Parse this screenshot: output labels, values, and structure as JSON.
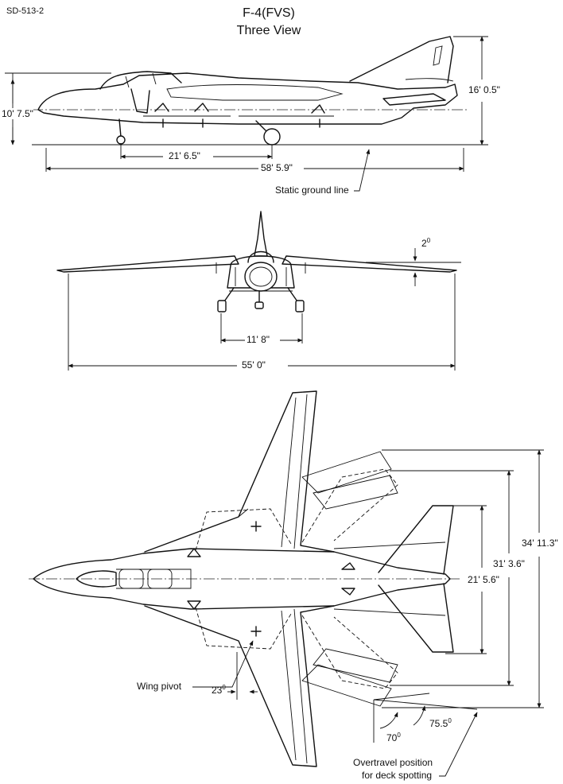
{
  "document": {
    "id": "SD-513-2",
    "title": "F-4(FVS)",
    "subtitle": "Three View"
  },
  "side_view": {
    "height_overall": "16' 0.5\"",
    "height_canopy": "10' 7.5\"",
    "wheelbase": "21' 6.5\"",
    "length": "58' 5.9\"",
    "ground_line_label": "Static ground line"
  },
  "front_view": {
    "dihedral": "2",
    "dihedral_unit": "0",
    "track": "11' 8\"",
    "span": "55' 0\""
  },
  "plan_view": {
    "span_forward": "34' 11.3\"",
    "span_mid": "31' 3.6\"",
    "span_aft": "21' 5.6\"",
    "pivot_label": "Wing pivot",
    "sweep_min": "23",
    "sweep_max": "70",
    "sweep_overtravel": "75.5",
    "degree_symbol": "0",
    "overtravel_label_1": "Overtravel position",
    "overtravel_label_2": "for deck spotting"
  }
}
